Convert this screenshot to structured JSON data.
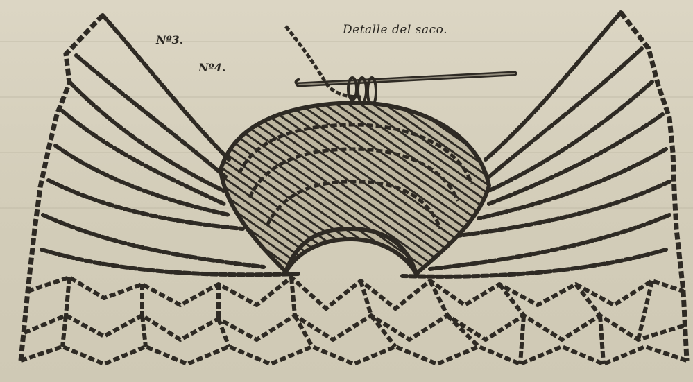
{
  "illustration": {
    "caption_title": "Detalle del saco.",
    "label_no3": "Nº3.",
    "label_no4": "Nº4.",
    "subject": "crochet-work",
    "ink_color": "#2e2a24",
    "paper_color": "#d6d0bd"
  }
}
